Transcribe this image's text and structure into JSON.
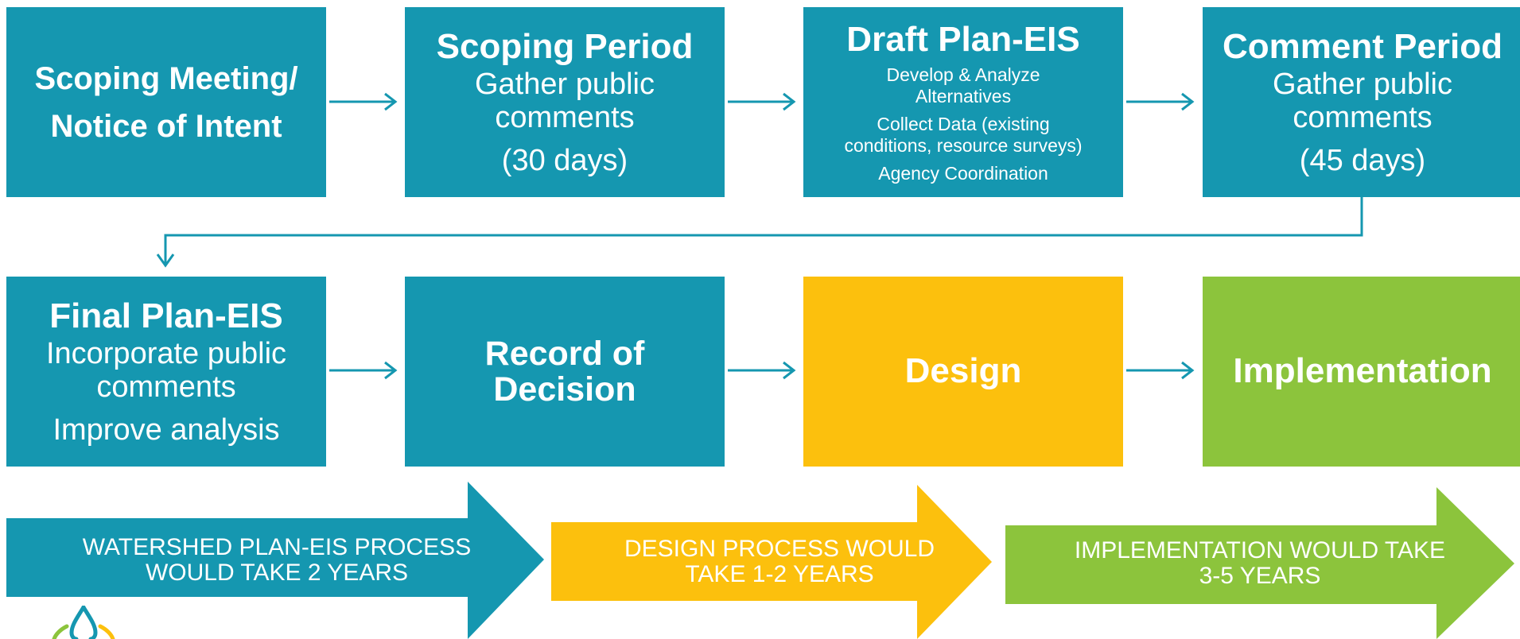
{
  "colors": {
    "teal": "#1597b0",
    "yellow": "#fcc00d",
    "green": "#8cc43c",
    "connector": "#1597b0"
  },
  "steps": [
    {
      "title_lines": [
        "Scoping Meeting/",
        "Notice of Intent"
      ]
    },
    {
      "title": "Scoping Period",
      "lines": [
        "Gather public",
        "comments"
      ],
      "duration": "(30 days)"
    },
    {
      "title": "Draft Plan-EIS",
      "details": [
        "Develop & Analyze",
        "Alternatives",
        "Collect Data (existing",
        "conditions, resource surveys)",
        "Agency Coordination"
      ]
    },
    {
      "title": "Comment Period",
      "lines": [
        "Gather public",
        "comments"
      ],
      "duration": "(45 days)"
    },
    {
      "title": "Final Plan-EIS",
      "lines": [
        "Incorporate public",
        "comments"
      ],
      "extra": "Improve analysis"
    },
    {
      "title_lines": [
        "Record of",
        "Decision"
      ]
    },
    {
      "title": "Design"
    },
    {
      "title": "Implementation"
    }
  ],
  "timeline": [
    {
      "lines": [
        "WATERSHED PLAN-EIS PROCESS",
        "WOULD TAKE 2 YEARS"
      ],
      "color": "#1597b0"
    },
    {
      "lines": [
        "DESIGN PROCESS WOULD",
        "TAKE 1-2 YEARS"
      ],
      "color": "#fcc00d"
    },
    {
      "lines": [
        "IMPLEMENTATION WOULD TAKE",
        "3-5 YEARS"
      ],
      "color": "#8cc43c"
    }
  ],
  "logo": {
    "icon": "water-drop-logo-icon"
  }
}
